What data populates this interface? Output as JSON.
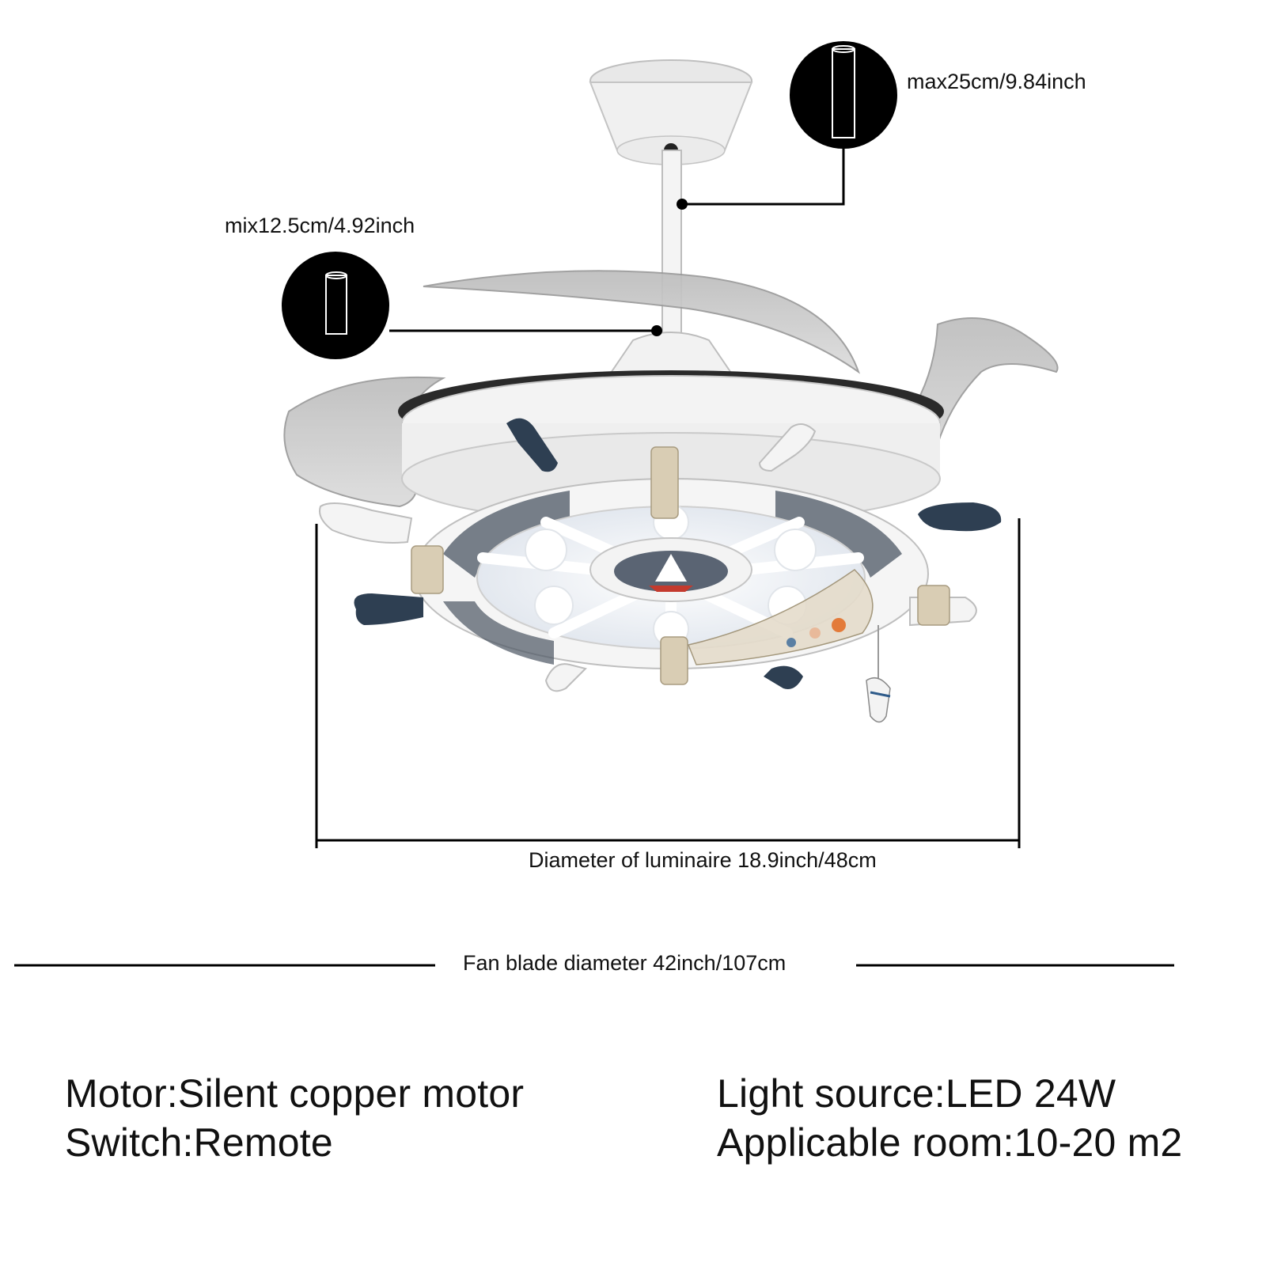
{
  "dimensions": {
    "max_rod": "max25cm/9.84inch",
    "min_rod": "mix12.5cm/4.92inch",
    "luminaire_diameter": "Diameter of luminaire 18.9inch/48cm",
    "blade_diameter": "Fan blade diameter 42inch/107cm"
  },
  "specs": {
    "motor": "Motor:Silent copper motor",
    "switch": "Switch:Remote",
    "light_source": "Light source:LED 24W",
    "room": "Applicable room:10-20 m2"
  },
  "colors": {
    "accent_navy": "#2e3f52",
    "body_white": "#f2f2f2",
    "blade_grey": "#c9c9c9",
    "rope": "#d9cdb4"
  }
}
